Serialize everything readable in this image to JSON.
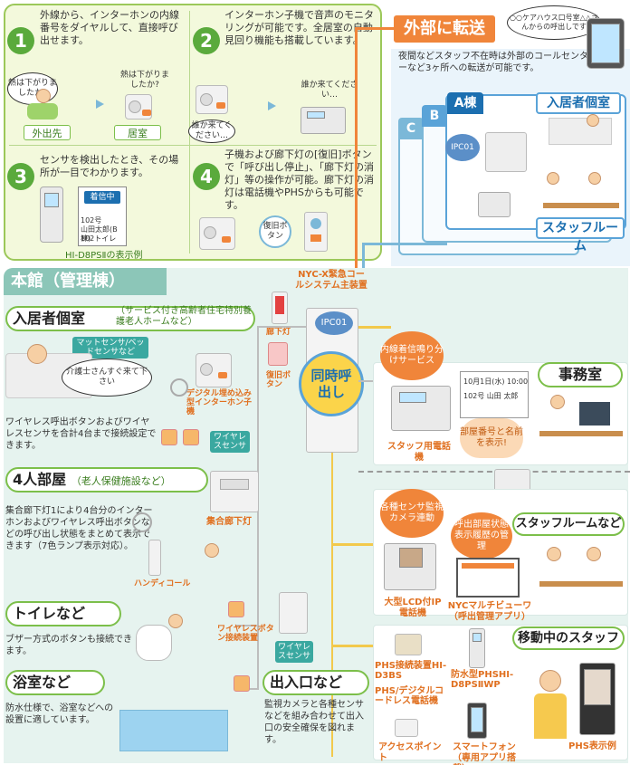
{
  "top": {
    "step1_num": "1",
    "step1_text": "外線から、インターホンの内線番号をダイヤルして、直接呼び出せます。",
    "step1_bubble_left": "熱は下がりましたか?",
    "step1_bubble_right": "熱は下がりましたか?",
    "step1_label_left": "外出先",
    "step1_label_right": "居室",
    "step2_num": "2",
    "step2_text": "インターホン子機で音声のモニタリングが可能です。全居室の自動見回り機能も搭載しています。",
    "step2_bubble_left": "誰か来てください…",
    "step2_bubble_right": "誰か来てください…",
    "step3_num": "3",
    "step3_text": "センサを検出したとき、その場所が一目でわかります。",
    "step3_phone_line1": "102号",
    "step3_phone_line2": "山田太郎(B棟)",
    "step3_phone_line3": "102トイレ",
    "step3_phone_badge": "着信中",
    "step3_caption": "HI-D8PSⅡの表示例",
    "step4_num": "4",
    "step4_text": "子機および廊下灯の[復旧]ボタンで「呼び出し停止」、「廊下灯の消灯」等の操作が可能。廊下灯の消灯は電話機やPHSからも可能です。",
    "step4_button_label": "復旧ボタン"
  },
  "remote": {
    "title": "外部に転送",
    "text": "夜間などスタッフ不在時は外部のコールセンターなど3ヶ所への転送が可能です。",
    "bubble": "○○ケアハウス口号室△△さんからの呼出しです",
    "tab_a": "A棟",
    "tab_b": "B",
    "tab_c": "C",
    "ipc": "IPC01",
    "room_title": "入居者個室",
    "staff_title": "スタッフルーム"
  },
  "main": {
    "title": "本館（管理棟）",
    "system_label": "NYC-X緊急コールシステム主装置",
    "ipc": "IPC01",
    "simul": "同時呼出し",
    "corridor_light": "廊下灯",
    "restore_btn": "復旧ボタン",
    "sec1_title": "入居者個室",
    "sec1_sub": "（サービス付き高齢者住宅特別養護老人ホームなど）",
    "mat_sensor": "マットセンサ/ベッドセンサなど",
    "sec1_bubble": "介護士さんすぐ来て下さい",
    "digital_intercom": "デジタル埋め込み型インターホン子機",
    "wireless_sensor": "ワイヤレスセンサ",
    "sec1_text": "ワイヤレス呼出ボタンおよびワイヤレスセンサを合計4台まで接続設定できます。",
    "sec2_title": "4人部屋",
    "sec2_sub": "（老人保健施設など）",
    "sec2_text": "集合廊下灯1により4台分のインターホンおよびワイヤレス呼出ボタンなどの呼び出し状態をまとめて表示できます（7色ランプ表示対応）。",
    "group_light": "集合廊下灯",
    "hand_call": "ハンディコール",
    "sec3_title": "トイレなど",
    "sec3_text": "ブザー方式のボタンも接続できます。",
    "wireless_btn": "ワイヤレスボタン接続装置",
    "wireless_sensor2": "ワイヤレスセンサ",
    "sec4_title": "浴室など",
    "sec4_text": "防水仕様で、浴室などへの設置に適しています。",
    "sec5_title": "出入口など",
    "sec5_text": "監視カメラと各種センサなどを組み合わせて出入口の安全確保を図れます。",
    "ring_service": "内線着信鳴り分けサービス",
    "staff_phone": "スタッフ用電話機",
    "office_title": "事務室",
    "office_screen_date": "10月1日(水) 10:00",
    "office_screen_name": "102号 山田 太郎",
    "office_bubble": "部屋番号と名前を表示!",
    "sensor_camera": "各種センサ監視カメラ連動",
    "call_mgmt": "呼出部屋状態表示履歴の管理",
    "staffroom_title": "スタッフルームなど",
    "lcd_phone": "大型LCD付IP電話機",
    "nyc_pc": "NYCマルチビューワ（呼出管理アプリ）",
    "mobile_title": "移動中のスタッフ",
    "phs_device": "PHS接続装置HI-D3BS",
    "phs_cordless": "PHS/デジタルコードレス電話機",
    "waterproof_phs": "防水型PHSHI-D8PSⅡWP",
    "access_point": "アクセスポイント",
    "smartphone": "スマートフォン（専用アプリ搭載）",
    "phs_display": "PHS表示例"
  }
}
